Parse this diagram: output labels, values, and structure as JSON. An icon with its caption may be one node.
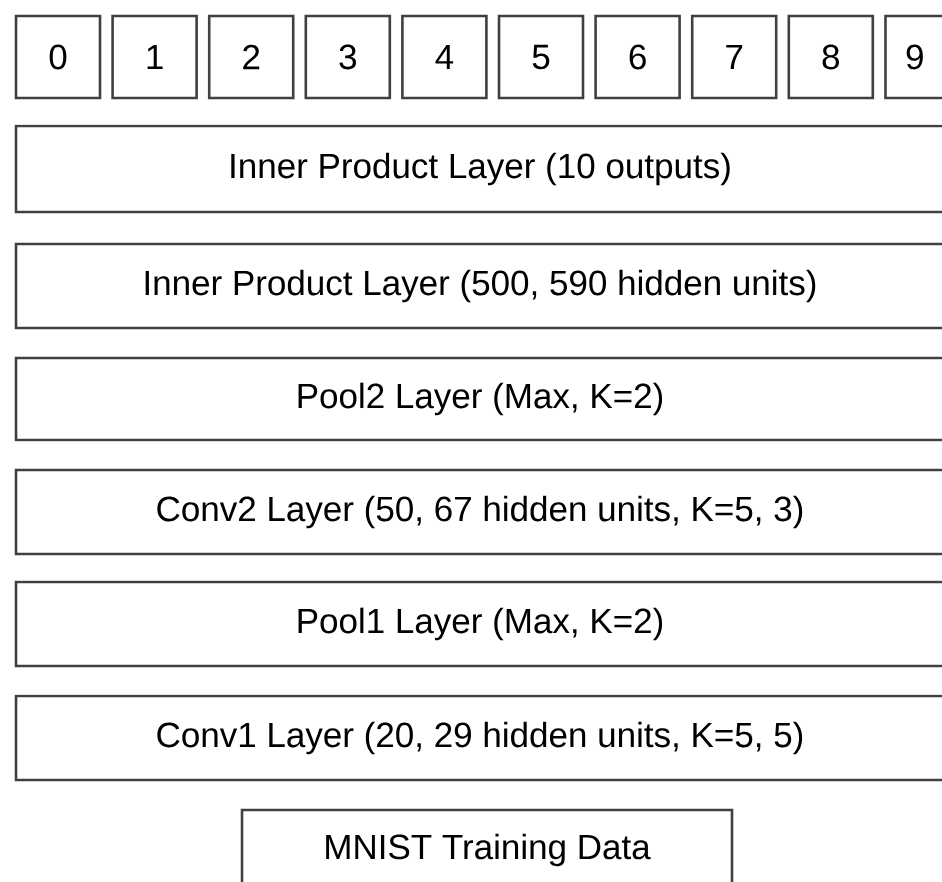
{
  "diagram": {
    "nodes": [
      {
        "text": [
          "0"
        ]
      },
      {
        "text": [
          "1"
        ]
      },
      {
        "text": [
          "2"
        ]
      },
      {
        "text": [
          "3"
        ]
      },
      {
        "text": [
          "4"
        ]
      },
      {
        "text": [
          "5"
        ]
      },
      {
        "text": [
          "6"
        ]
      },
      {
        "text": [
          "7"
        ]
      },
      {
        "text": [
          "8"
        ]
      },
      {
        "text": [
          "9"
        ]
      },
      {
        "text": [
          "Inner Product Layer (10 outputs)"
        ]
      },
      {
        "text": [
          "Inner Product Layer (500, 590 hidden units)"
        ]
      },
      {
        "text": [
          "Pool2 Layer (Max, K=2)"
        ]
      },
      {
        "text": [
          "Conv2 Layer (50, 67 hidden units, K=5, 3)"
        ]
      },
      {
        "text": [
          "Pool1 Layer (Max, K=2)"
        ]
      },
      {
        "text": [
          "Conv1 Layer (20, 29 hidden units, K=5, 5)"
        ]
      },
      {
        "text": [
          "MNIST Training Data"
        ]
      }
    ]
  }
}
